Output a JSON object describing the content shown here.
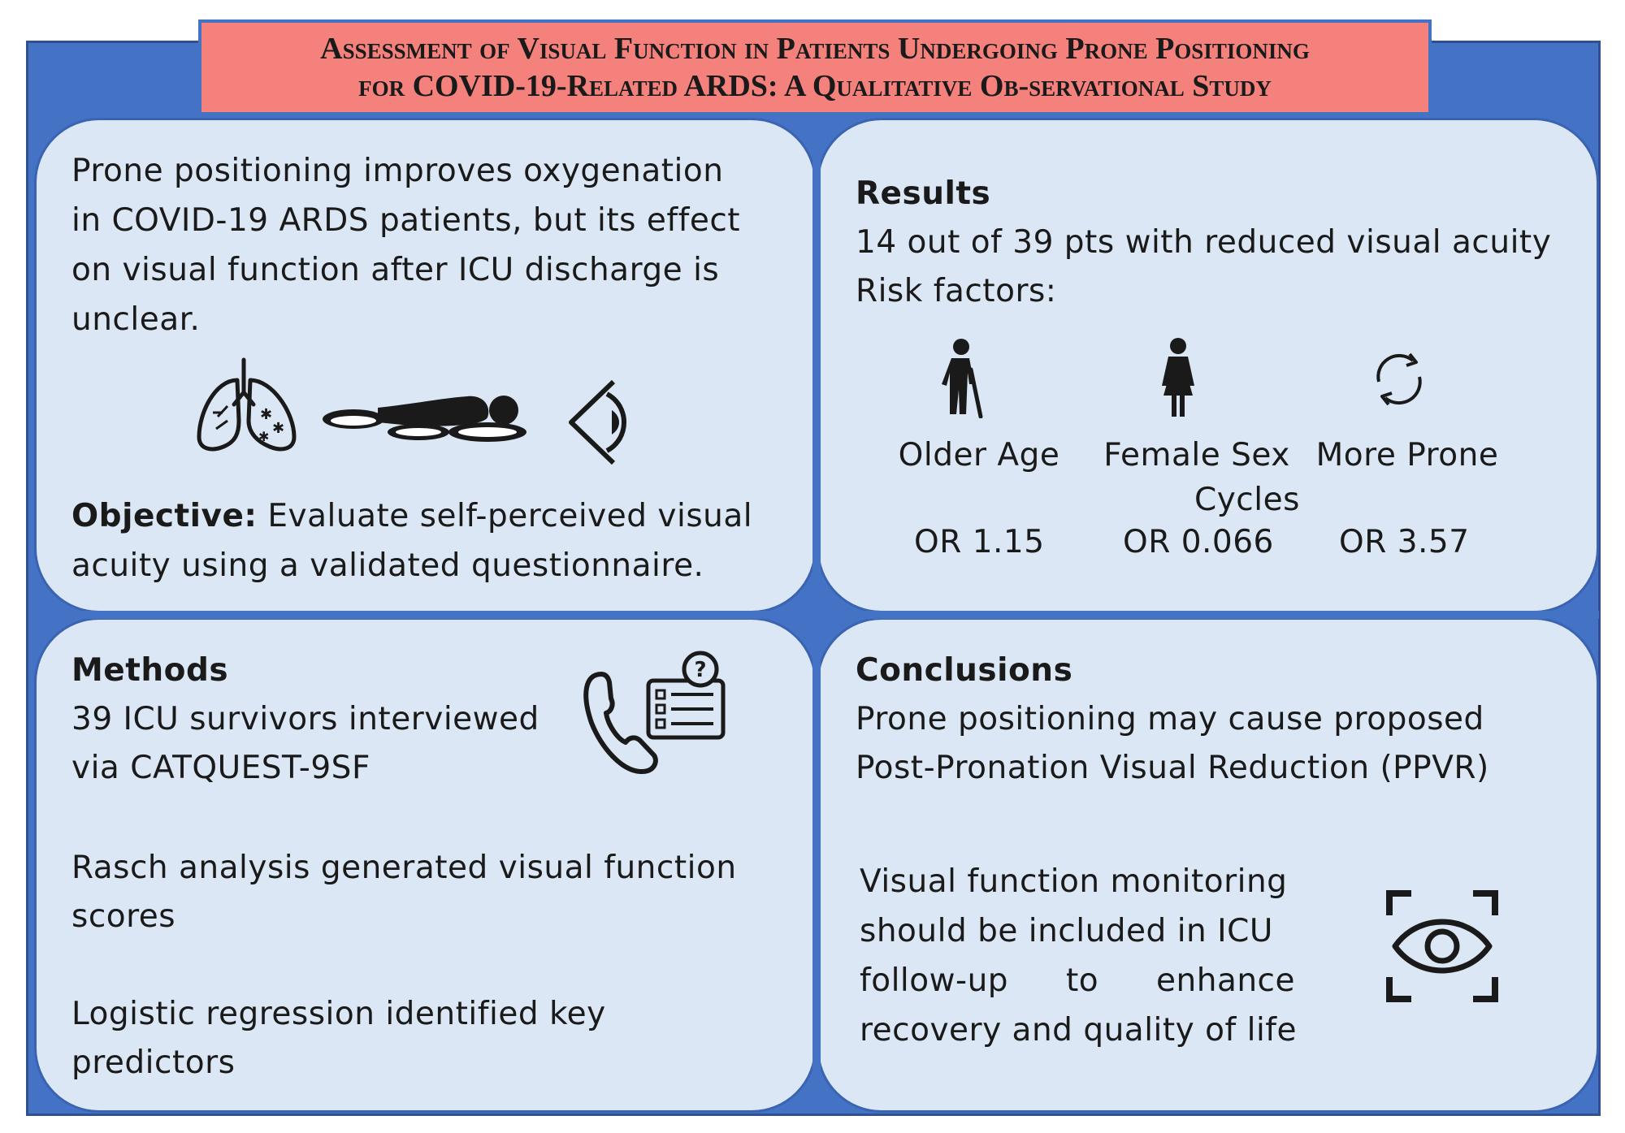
{
  "title": {
    "line1": "Assessment of Visual Function in Patients Undergoing Prone Positioning",
    "line2": "for COVID-19-Related ARDS: A Qualitative Ob-servational Study"
  },
  "intro": {
    "text_lines": [
      "Prone positioning improves oxygenation",
      "in COVID-19 ARDS patients, but its effect",
      "on visual function after ICU discharge is",
      "unclear."
    ],
    "objective_label": "Objective:",
    "objective_line1": "Evaluate self-perceived visual",
    "objective_line2": "acuity using a validated questionnaire."
  },
  "results": {
    "heading": "Results",
    "summary": "14 out of 39 pts with reduced visual acuity",
    "risk_label": "Risk factors:",
    "factors": [
      {
        "label": "Older Age",
        "label2": "",
        "or": "OR 1.15",
        "icon": "elderly-person-icon"
      },
      {
        "label": "Female Sex",
        "label2": "",
        "or": "OR 0.066",
        "icon": "female-icon"
      },
      {
        "label": "More Prone",
        "label2": "Cycles",
        "or": "OR 3.57",
        "icon": "cycle-arrows-icon"
      }
    ]
  },
  "methods": {
    "heading": "Methods",
    "line1": "39 ICU survivors interviewed",
    "line2": "via CATQUEST-9SF",
    "rasch_line1": "Rasch analysis generated visual function",
    "rasch_line2": "scores",
    "logistic_line1": "Logistic regression identified key",
    "logistic_line2": "predictors"
  },
  "conclusions": {
    "heading": "Conclusions",
    "line1": "Prone positioning may cause proposed",
    "line2": "Post-Pronation Visual Reduction (PPVR)",
    "monitor_lines": [
      "Visual function monitoring",
      "should be included in ICU",
      "follow-up to enhance",
      "recovery and quality of life"
    ]
  },
  "colors": {
    "frame": "#4472c4",
    "panel": "#dbe7f4",
    "title_bg": "#f4817b"
  }
}
